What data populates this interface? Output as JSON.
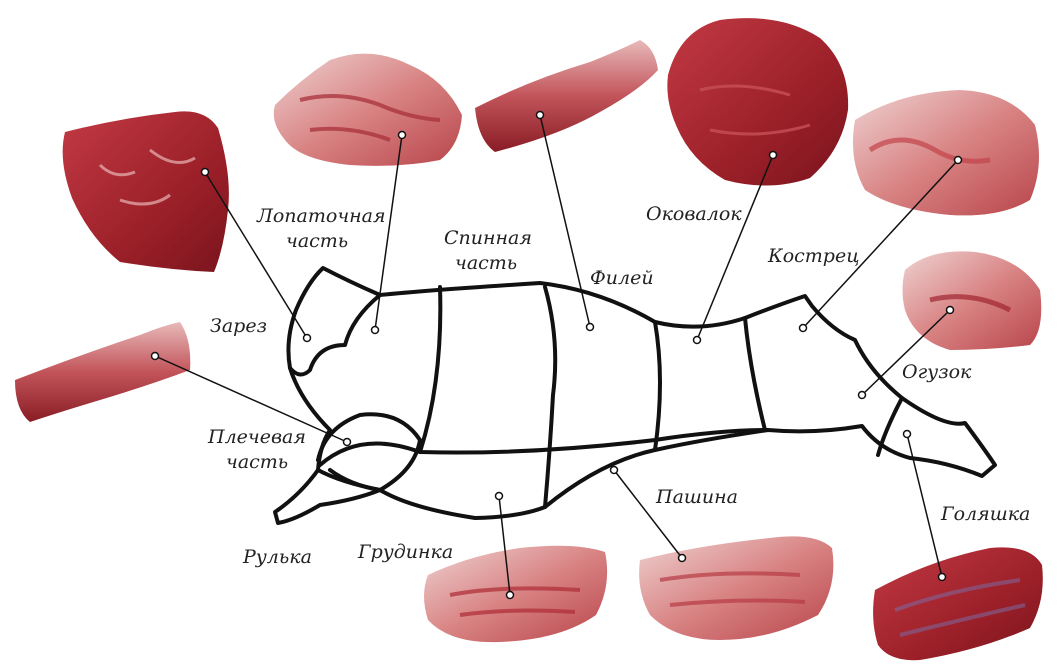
{
  "colors": {
    "outline": "#111111",
    "meat_dark": "#8e1b25",
    "meat_mid": "#b8323c",
    "meat_light": "#d9676a",
    "fat": "#f2e6e6",
    "background": "#ffffff"
  },
  "labels": {
    "zarez": "Зарез",
    "lopatochnaya_1": "Лопаточная",
    "lopatochnaya_2": "часть",
    "spinnaya_1": "Спинная",
    "spinnaya_2": "часть",
    "filey": "Филей",
    "okovalok": "Оковалок",
    "kostrets": "Кострец",
    "oguzok": "Огузок",
    "golyashka": "Голяшка",
    "pashina": "Пашина",
    "grudinka": "Грудинка",
    "rulka": "Рулька",
    "plechevaya_1": "Плечевая",
    "plechevaya_2": "часть"
  }
}
